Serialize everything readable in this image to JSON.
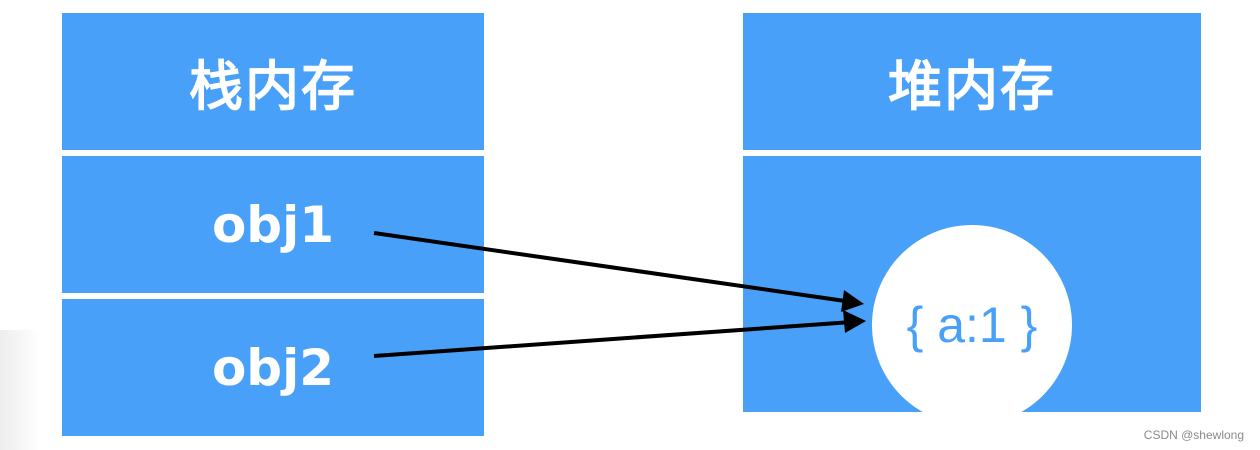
{
  "stack": {
    "title": "栈内存",
    "vars": [
      "obj1",
      "obj2"
    ]
  },
  "heap": {
    "title": "堆内存",
    "object": "{ a:1 }"
  },
  "watermark": "CSDN @shewlong",
  "colors": {
    "box": "#48a0f8",
    "box_text": "#ffffff",
    "object_bg": "#ffffff",
    "object_text": "#48a0f8",
    "arrow": "#000000"
  }
}
